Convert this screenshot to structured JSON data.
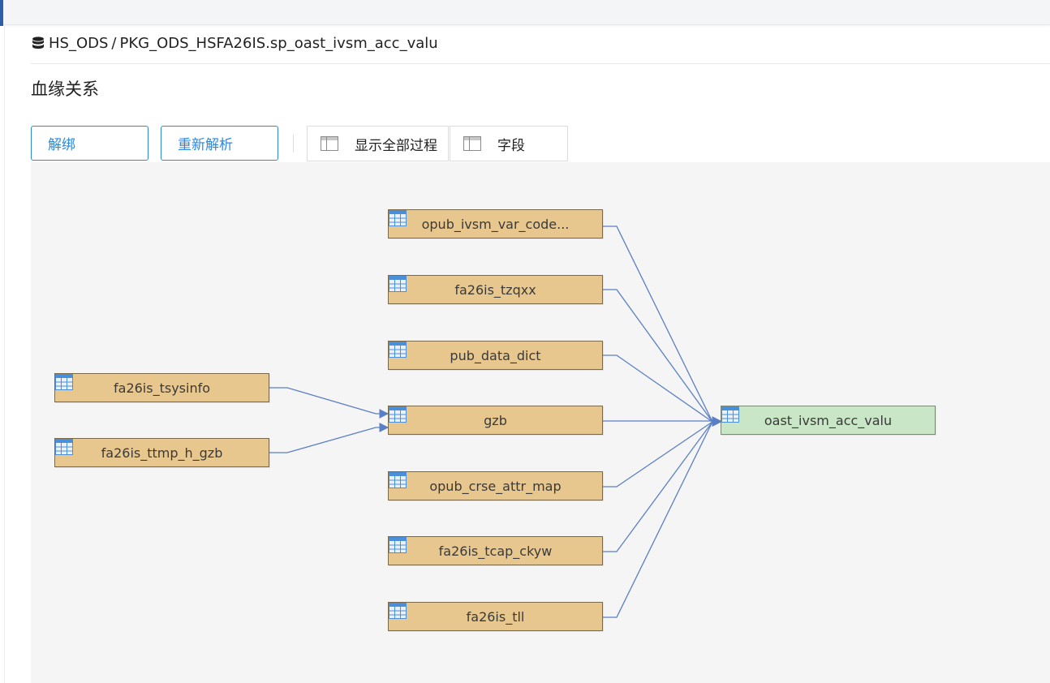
{
  "breadcrumb": {
    "icon": "database-icon",
    "schema": "HS_ODS",
    "separator": "/",
    "object": "PKG_ODS_HSFA26IS.sp_oast_ivsm_acc_valu"
  },
  "section_title": "血缘关系",
  "toolbar": {
    "unbind_label": "解绑",
    "reparse_label": "重新解析",
    "show_all_label": "显示全部过程",
    "fields_label": "字段"
  },
  "lineage": {
    "left_nodes": [
      {
        "label": "fa26is_tsysinfo"
      },
      {
        "label": "fa26is_ttmp_h_gzb"
      }
    ],
    "middle_nodes": [
      {
        "label": "opub_ivsm_var_code..."
      },
      {
        "label": "fa26is_tzqxx"
      },
      {
        "label": "pub_data_dict"
      },
      {
        "label": "gzb"
      },
      {
        "label": "opub_crse_attr_map"
      },
      {
        "label": "fa26is_tcap_ckyw"
      },
      {
        "label": "fa26is_tll"
      }
    ],
    "target_node": {
      "label": "oast_ivsm_acc_valu"
    }
  },
  "colors": {
    "accent": "#2f87e0",
    "source_node": "#e8c78f",
    "target_node": "#c9e6c6",
    "edge": "#5b7fc4",
    "canvas": "#f5f5f5"
  }
}
